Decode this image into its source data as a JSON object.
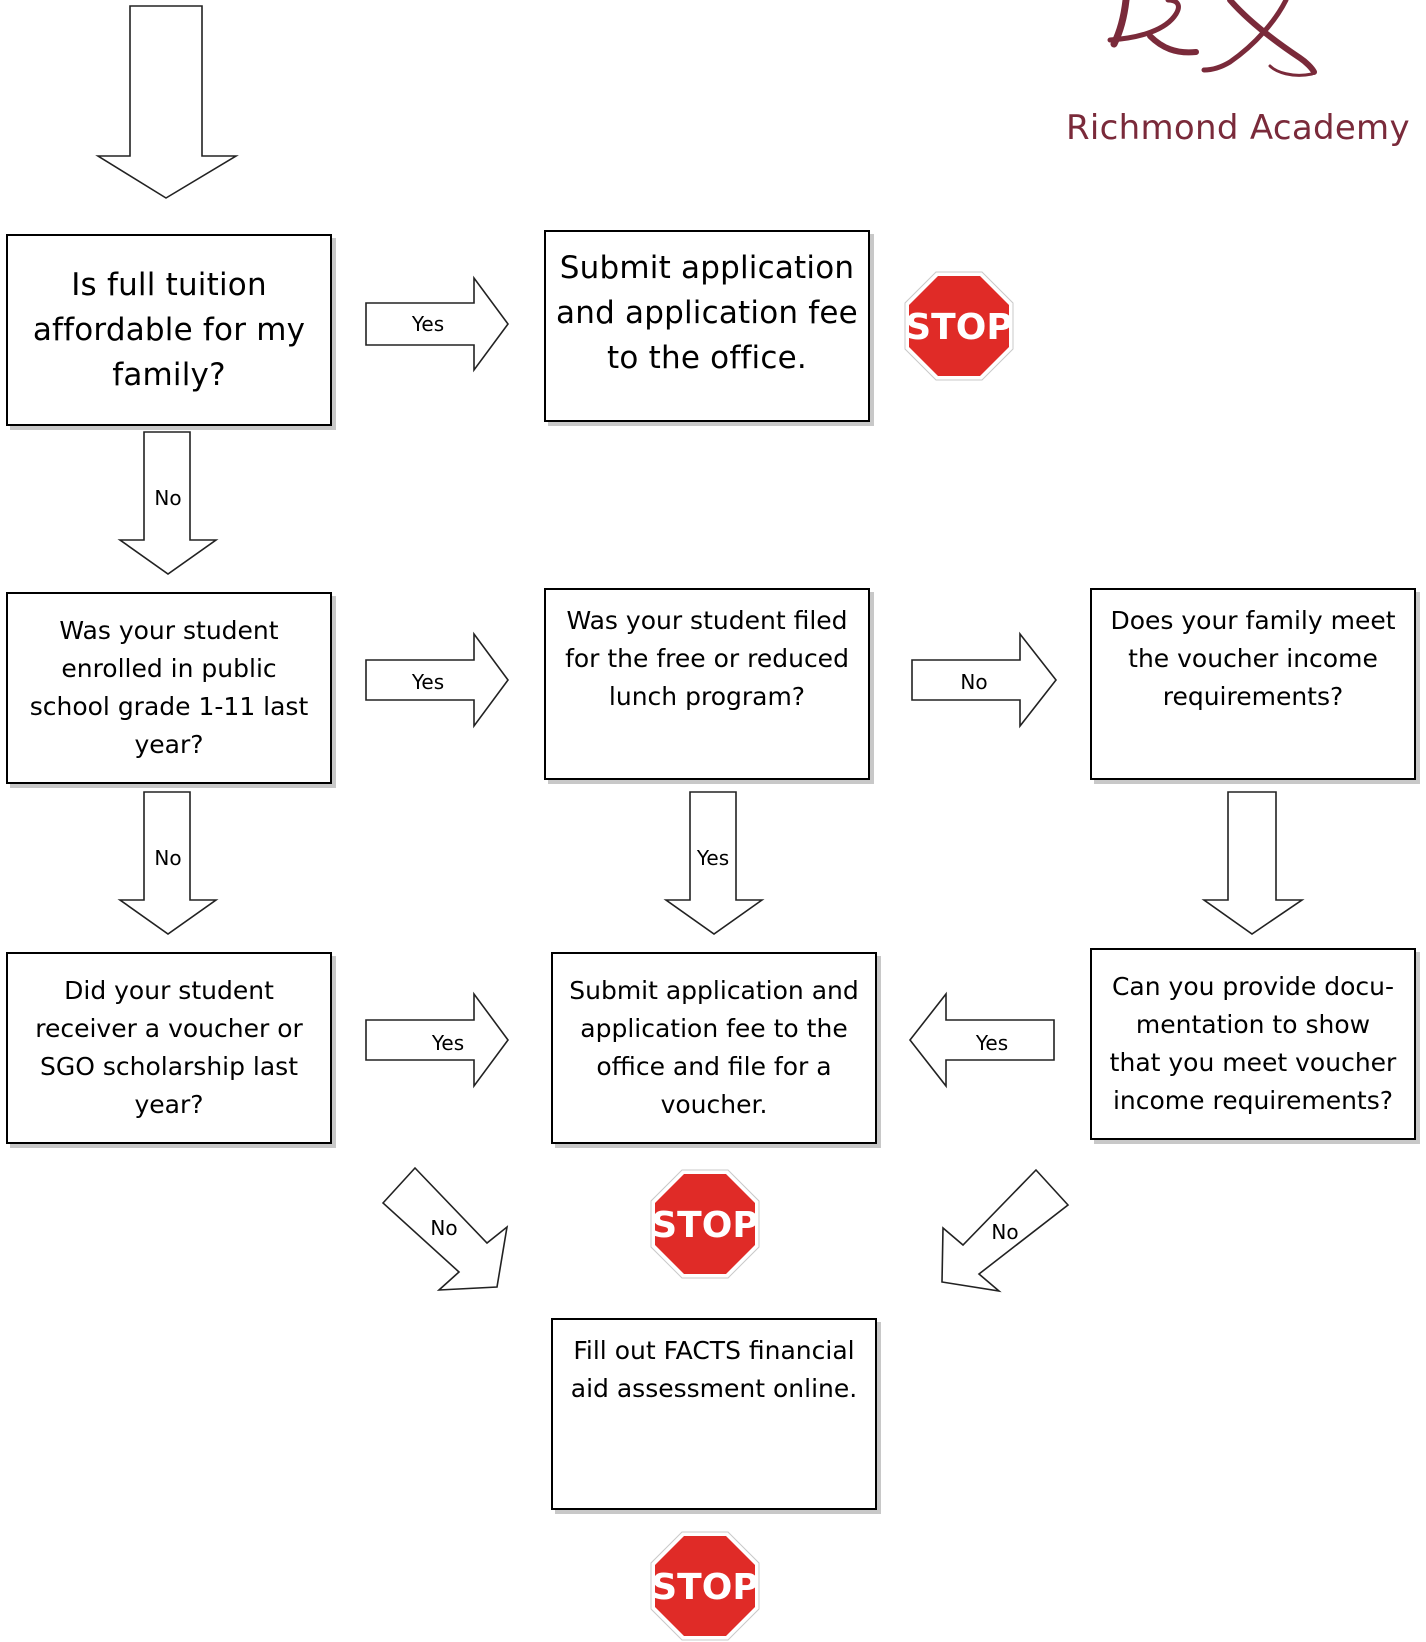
{
  "logo": {
    "name": "Richmond Academy",
    "monogram": "RA",
    "color": "#7a2a3a"
  },
  "boxes": {
    "q_tuition": "Is full tuition\naffordable for my\nfamily?",
    "submit_app": "Submit application\nand application fee\nto the office.",
    "q_public_school": "Was your student\nenrolled in public\nschool grade 1-11 last\nyear?",
    "q_lunch": "Was your student filed\nfor the free or reduced\nlunch program?",
    "q_income": "Does your family meet\nthe voucher income\nrequirements?",
    "q_voucher_sgo": "Did your student\nreceiver a voucher or\nSGO scholarship last\nyear?",
    "submit_voucher": "Submit application and\napplication fee to the\noffice and file for a\nvoucher.",
    "q_documentation": "Can you provide docu-\nmentation to show\nthat you meet voucher\nincome requirements?",
    "facts": "Fill out FACTS financial\naid assessment online."
  },
  "labels": {
    "yes": "Yes",
    "no": "No"
  },
  "stop_sign": {
    "text": "STOP",
    "color": "#e02b27"
  }
}
